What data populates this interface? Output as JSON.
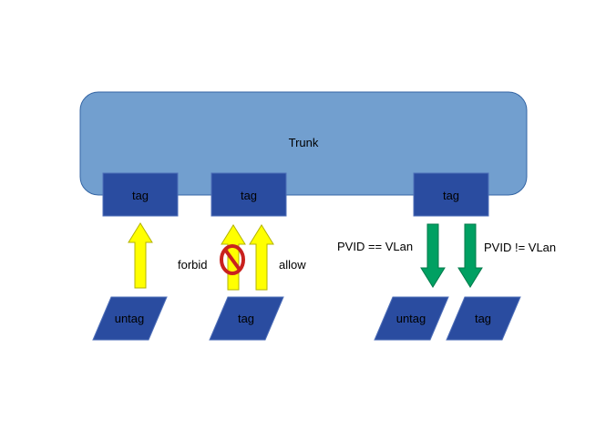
{
  "diagram": {
    "trunk": {
      "label": "Trunk"
    },
    "trunk_ports": [
      {
        "label": "tag"
      },
      {
        "label": "tag"
      },
      {
        "label": "tag"
      }
    ],
    "frames": [
      {
        "label": "untag"
      },
      {
        "label": "tag"
      },
      {
        "label": "untag"
      },
      {
        "label": "tag"
      }
    ],
    "annotations": {
      "forbid": "forbid",
      "allow": "allow",
      "pvid_equal": "PVID == VLan",
      "pvid_not_equal": "PVID != VLan"
    },
    "colors": {
      "trunk_fill": "#729FCF",
      "trunk_stroke": "#3465A4",
      "box_fill": "#2A4CA0",
      "box_stroke": "#4F6FB8",
      "ingress_arrow": "#FFFF00",
      "egress_arrow": "#00A062",
      "forbid_sign": "#C9211E"
    }
  }
}
